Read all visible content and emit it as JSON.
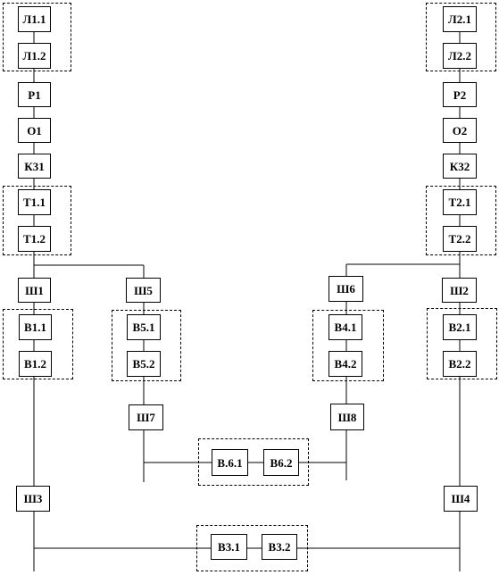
{
  "nodes": {
    "L1_1": "Л1.1",
    "L1_2": "Л1.2",
    "R1": "Р1",
    "O1": "О1",
    "K31": "К31",
    "T1_1": "Т1.1",
    "T1_2": "Т1.2",
    "Sh1": "Ш1",
    "Sh5": "Ш5",
    "V1_1": "В1.1",
    "V1_2": "В1.2",
    "V5_1": "В5.1",
    "V5_2": "В5.2",
    "Sh7": "Ш7",
    "V6_1": "В.6.1",
    "V6_2": "В6.2",
    "Sh8": "Ш8",
    "Sh6": "Ш6",
    "V4_1": "В4.1",
    "V4_2": "В4.2",
    "L2_1": "Л2.1",
    "L2_2": "Л2.2",
    "R2": "Р2",
    "O2": "О2",
    "K32": "К32",
    "T2_1": "Т2.1",
    "T2_2": "Т2.2",
    "Sh2": "Ш2",
    "V2_1": "В2.1",
    "V2_2": "В2.2",
    "Sh3": "Ш3",
    "Sh4": "Ш4",
    "V3_1": "В3.1",
    "V3_2": "В3.2"
  }
}
